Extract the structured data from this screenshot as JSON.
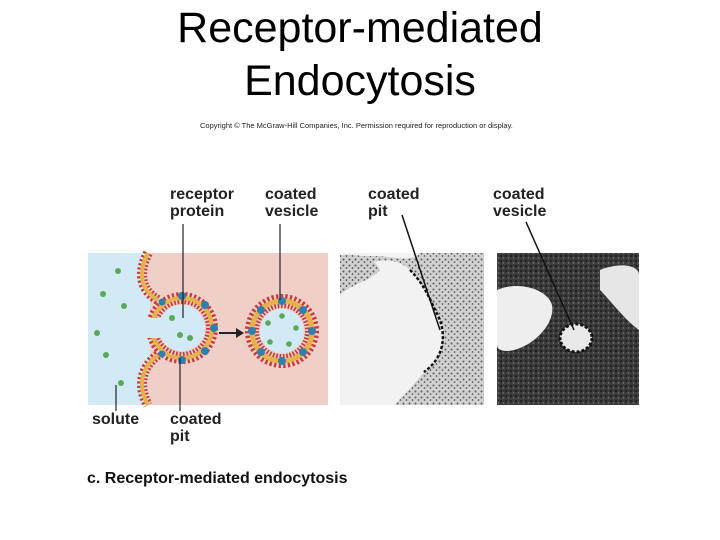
{
  "slide": {
    "title": "Receptor-mediated\nEndocytosis",
    "copyright": "Copyright © The McGraw-Hill Companies, Inc. Permission required for reproduction or display."
  },
  "figure": {
    "labels": {
      "receptor_protein": "receptor\nprotein",
      "coated_vesicle": "coated\nvesicle",
      "coated_pit_micrograph": "coated\npit",
      "coated_vesicle_micrograph": "coated\nvesicle",
      "solute": "solute",
      "coated_pit": "coated\npit"
    },
    "caption": "c. Receptor-mediated endocytosis",
    "colors": {
      "extracellular": "#d2eaf6",
      "cytoplasm": "#efcfc8",
      "membrane_head": "#c83a3a",
      "membrane_tail": "#e8b24a",
      "receptor": "#2f7fb0",
      "solute": "#5aa85a"
    }
  }
}
